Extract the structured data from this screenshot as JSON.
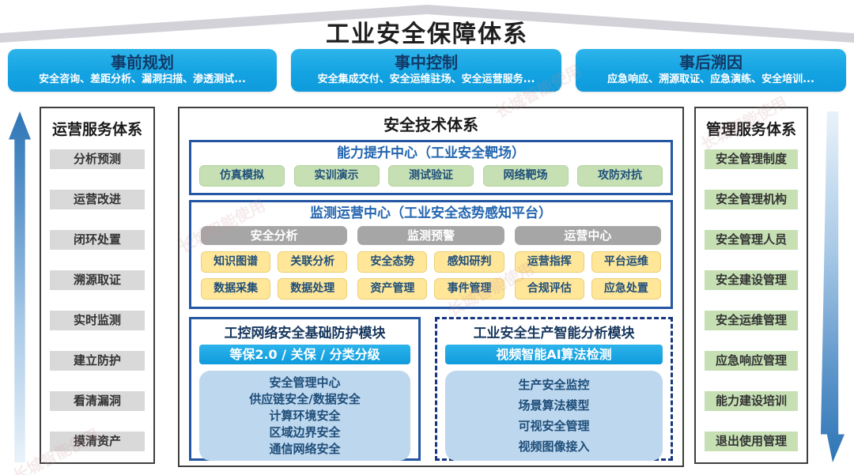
{
  "page_title": "工业安全保障体系",
  "banners": [
    {
      "title": "事前规划",
      "subtitle": "安全咨询、差距分析、漏洞扫描、渗透测试..."
    },
    {
      "title": "事中控制",
      "subtitle": "安全集成交付、安全运维驻场、安全运营服务..."
    },
    {
      "title": "事后溯因",
      "subtitle": "应急响应、溯源取证、应急演练、安全培训..."
    }
  ],
  "left_panel": {
    "title": "运营服务体系",
    "items": [
      "分析预测",
      "运营改进",
      "闭环处置",
      "溯源取证",
      "实时监测",
      "建立防护",
      "看清漏洞",
      "摸清资产"
    ]
  },
  "right_panel": {
    "title": "管理服务体系",
    "items": [
      "安全管理制度",
      "安全管理机构",
      "安全管理人员",
      "安全建设管理",
      "安全运维管理",
      "应急响应管理",
      "能力建设培训",
      "退出使用管理"
    ]
  },
  "center_panel": {
    "title": "安全技术体系",
    "capability_center": {
      "title": "能力提升中心（工业安全靶场）",
      "items": [
        "仿真模拟",
        "实训演示",
        "测试验证",
        "网络靶场",
        "攻防对抗"
      ]
    },
    "monitor_center": {
      "title": "监测运营中心（工业安全态势感知平台）",
      "groups": [
        {
          "header": "安全分析",
          "row1": [
            "知识图谱",
            "关联分析"
          ],
          "row2": [
            "数据采集",
            "数据处理"
          ]
        },
        {
          "header": "监测预警",
          "row1": [
            "安全态势",
            "感知研判"
          ],
          "row2": [
            "资产管理",
            "事件管理"
          ]
        },
        {
          "header": "运营中心",
          "row1": [
            "运营指挥",
            "平台运维"
          ],
          "row2": [
            "合规评估",
            "应急处置"
          ]
        }
      ]
    },
    "module_left": {
      "title": "工控网络安全基础防护模块",
      "badge": "等保2.0 / 关保 / 分类分级",
      "items": [
        "安全管理中心",
        "供应链安全/数据安全",
        "计算环境安全",
        "区域边界安全",
        "通信网络安全"
      ]
    },
    "module_right": {
      "title": "工业安全生产智能分析模块",
      "badge": "视频智能AI算法检测",
      "items": [
        "生产安全监控",
        "场景算法模型",
        "可视安全管理",
        "视频图像接入"
      ]
    }
  },
  "watermark_text": "长城智能使用",
  "colors": {
    "accent_cyan": "#14a3e2",
    "banner_title_navy": "#123a66",
    "blue_border": "#2456a4",
    "blue_heading": "#2365af",
    "navy_text": "#1f4e79",
    "green_chip": "#c6e0b4",
    "yellow_chip": "#ffe699",
    "light_blue_box": "#bdd7ee",
    "gray_chip": "#d9d9d9",
    "gray_header": "#a6a6a6",
    "arrow_blue": "#2e75b6",
    "roof_gray": "#d2d2d8"
  }
}
